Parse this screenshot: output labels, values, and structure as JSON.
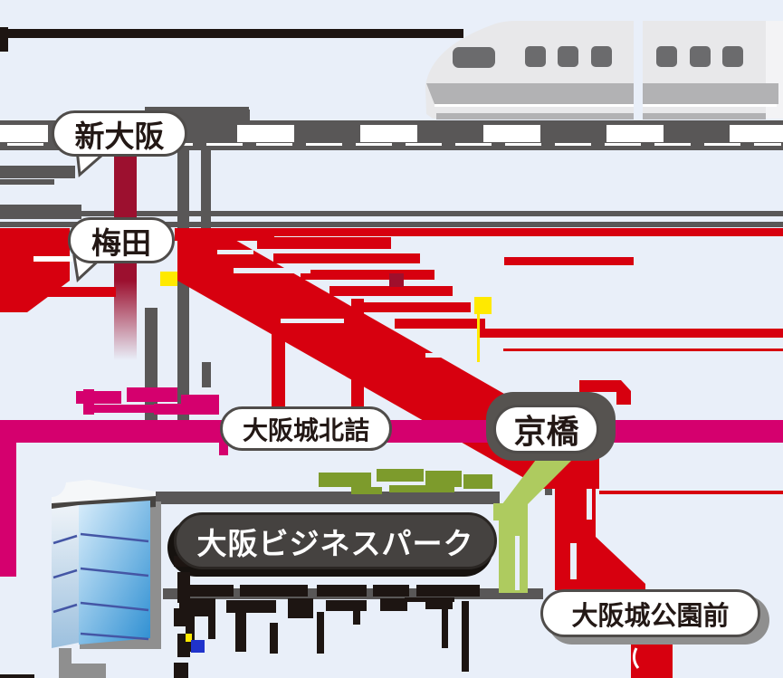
{
  "stations": {
    "shin_osaka": {
      "label": "新大阪"
    },
    "umeda": {
      "label": "梅田"
    },
    "osakajo_kitazume": {
      "label": "大阪城北詰"
    },
    "kyobashi": {
      "label": "京橋"
    },
    "osaka_business_park": {
      "label": "大阪ビジネスパーク"
    },
    "osakajo_koen_mae": {
      "label": "大阪城公園前"
    }
  },
  "colors": {
    "background": "#e9eff9",
    "jr_red": "#d7000f",
    "dark_red_line": "#9c102f",
    "dark_red_block": "#9f0f2c",
    "tozai_magenta": "#d5006e",
    "subway_green": "#aecb5f",
    "subway_green_text": "#7d9b2c",
    "road_gray": "#595757",
    "marker_yellow": "#ffe900",
    "marker_blue": "#2033cc",
    "obp_pill_dark": "#454240",
    "illegible_black": "#1d1512",
    "train_body": "#e8e8ea",
    "train_stripe": "#b2b2b4",
    "train_window": "#6b6b6d"
  },
  "illustrations": {
    "train": "shinkansen-train",
    "building": "office-building"
  }
}
